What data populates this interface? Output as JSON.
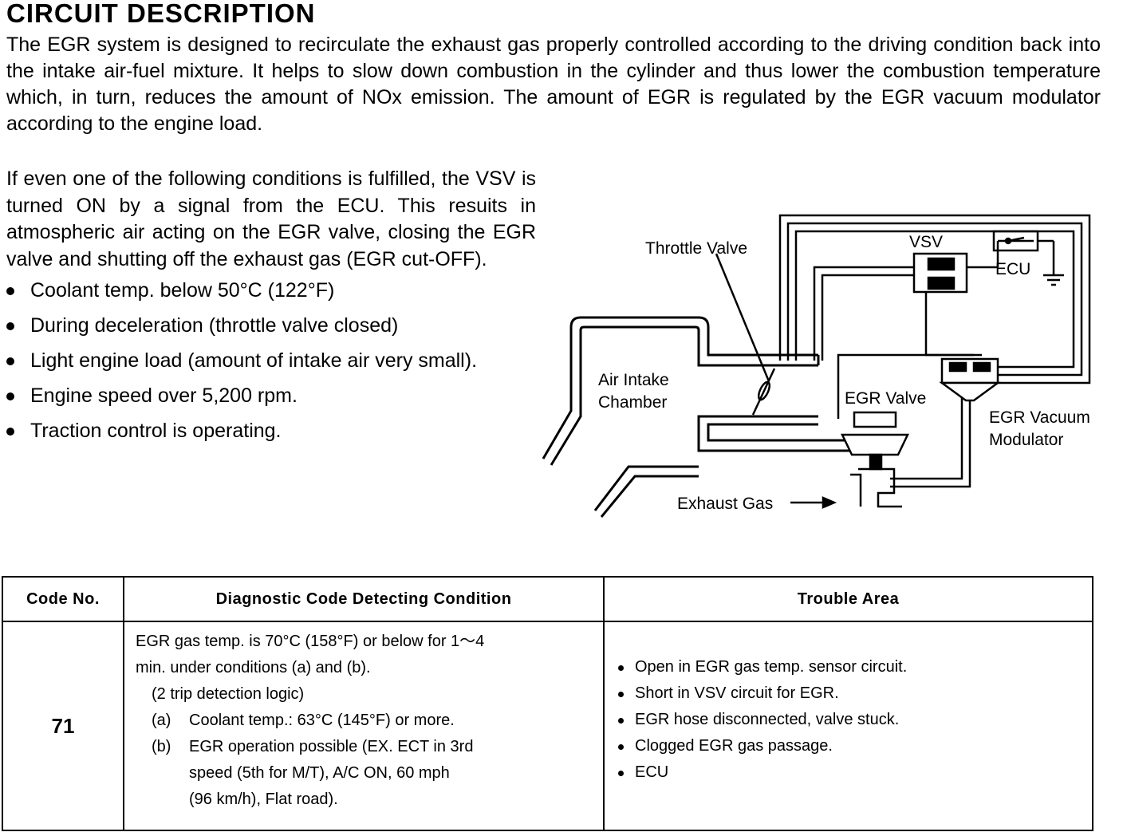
{
  "title": "CIRCUIT DESCRIPTION",
  "intro": "The EGR system is designed to recirculate the exhaust gas properly controlled according to the driving condition back into the intake air-fuel mixture. It helps to slow down combustion in the cylinder and thus lower the combustion temperature which, in turn, reduces the amount of NOx emission. The amount of EGR is regulated by the EGR vacuum modulator according to the engine load.",
  "conditions": {
    "lead": "If even one of the following conditions is fulfilled, the VSV is turned ON by a signal from the ECU. This resuits in atmospheric air acting on the EGR valve, closing the EGR valve and shutting off the exhaust gas (EGR cut-OFF).",
    "items": [
      "Coolant temp. below 50°C (122°F)",
      "During deceleration (throttle valve closed)",
      "Light engine load (amount of intake air very small).",
      "Engine speed over 5,200 rpm.",
      "Traction control is operating."
    ]
  },
  "diagram": {
    "labels": {
      "throttle_valve": "Throttle Valve",
      "vsv": "VSV",
      "ecu": "ECU",
      "air_intake_1": "Air Intake",
      "air_intake_2": "Chamber",
      "egr_valve": "EGR Valve",
      "modulator_1": "EGR Vacuum",
      "modulator_2": "Modulator",
      "exhaust_gas": "Exhaust Gas"
    }
  },
  "table": {
    "headers": {
      "code": "Code No.",
      "condition": "Diagnostic Code Detecting Condition",
      "area": "Trouble Area"
    },
    "row": {
      "code": "71",
      "condition": {
        "line1": "EGR gas temp. is 70°C (158°F) or below for 1～4",
        "line2": "min. under conditions (a) and (b).",
        "line3": "(2 trip detection logic)",
        "a_label": "(a)",
        "a_text": "Coolant temp.: 63°C (145°F) or more.",
        "b_label": "(b)",
        "b_text": "EGR operation possible (EX. ECT in 3rd",
        "b_cont1": "speed (5th for M/T), A/C ON, 60 mph",
        "b_cont2": "(96 km/h), Flat road)."
      },
      "areas": [
        "Open in EGR gas temp. sensor circuit.",
        "Short in VSV circuit for EGR.",
        "EGR hose disconnected, valve stuck.",
        "Clogged EGR gas passage.",
        "ECU"
      ]
    }
  }
}
